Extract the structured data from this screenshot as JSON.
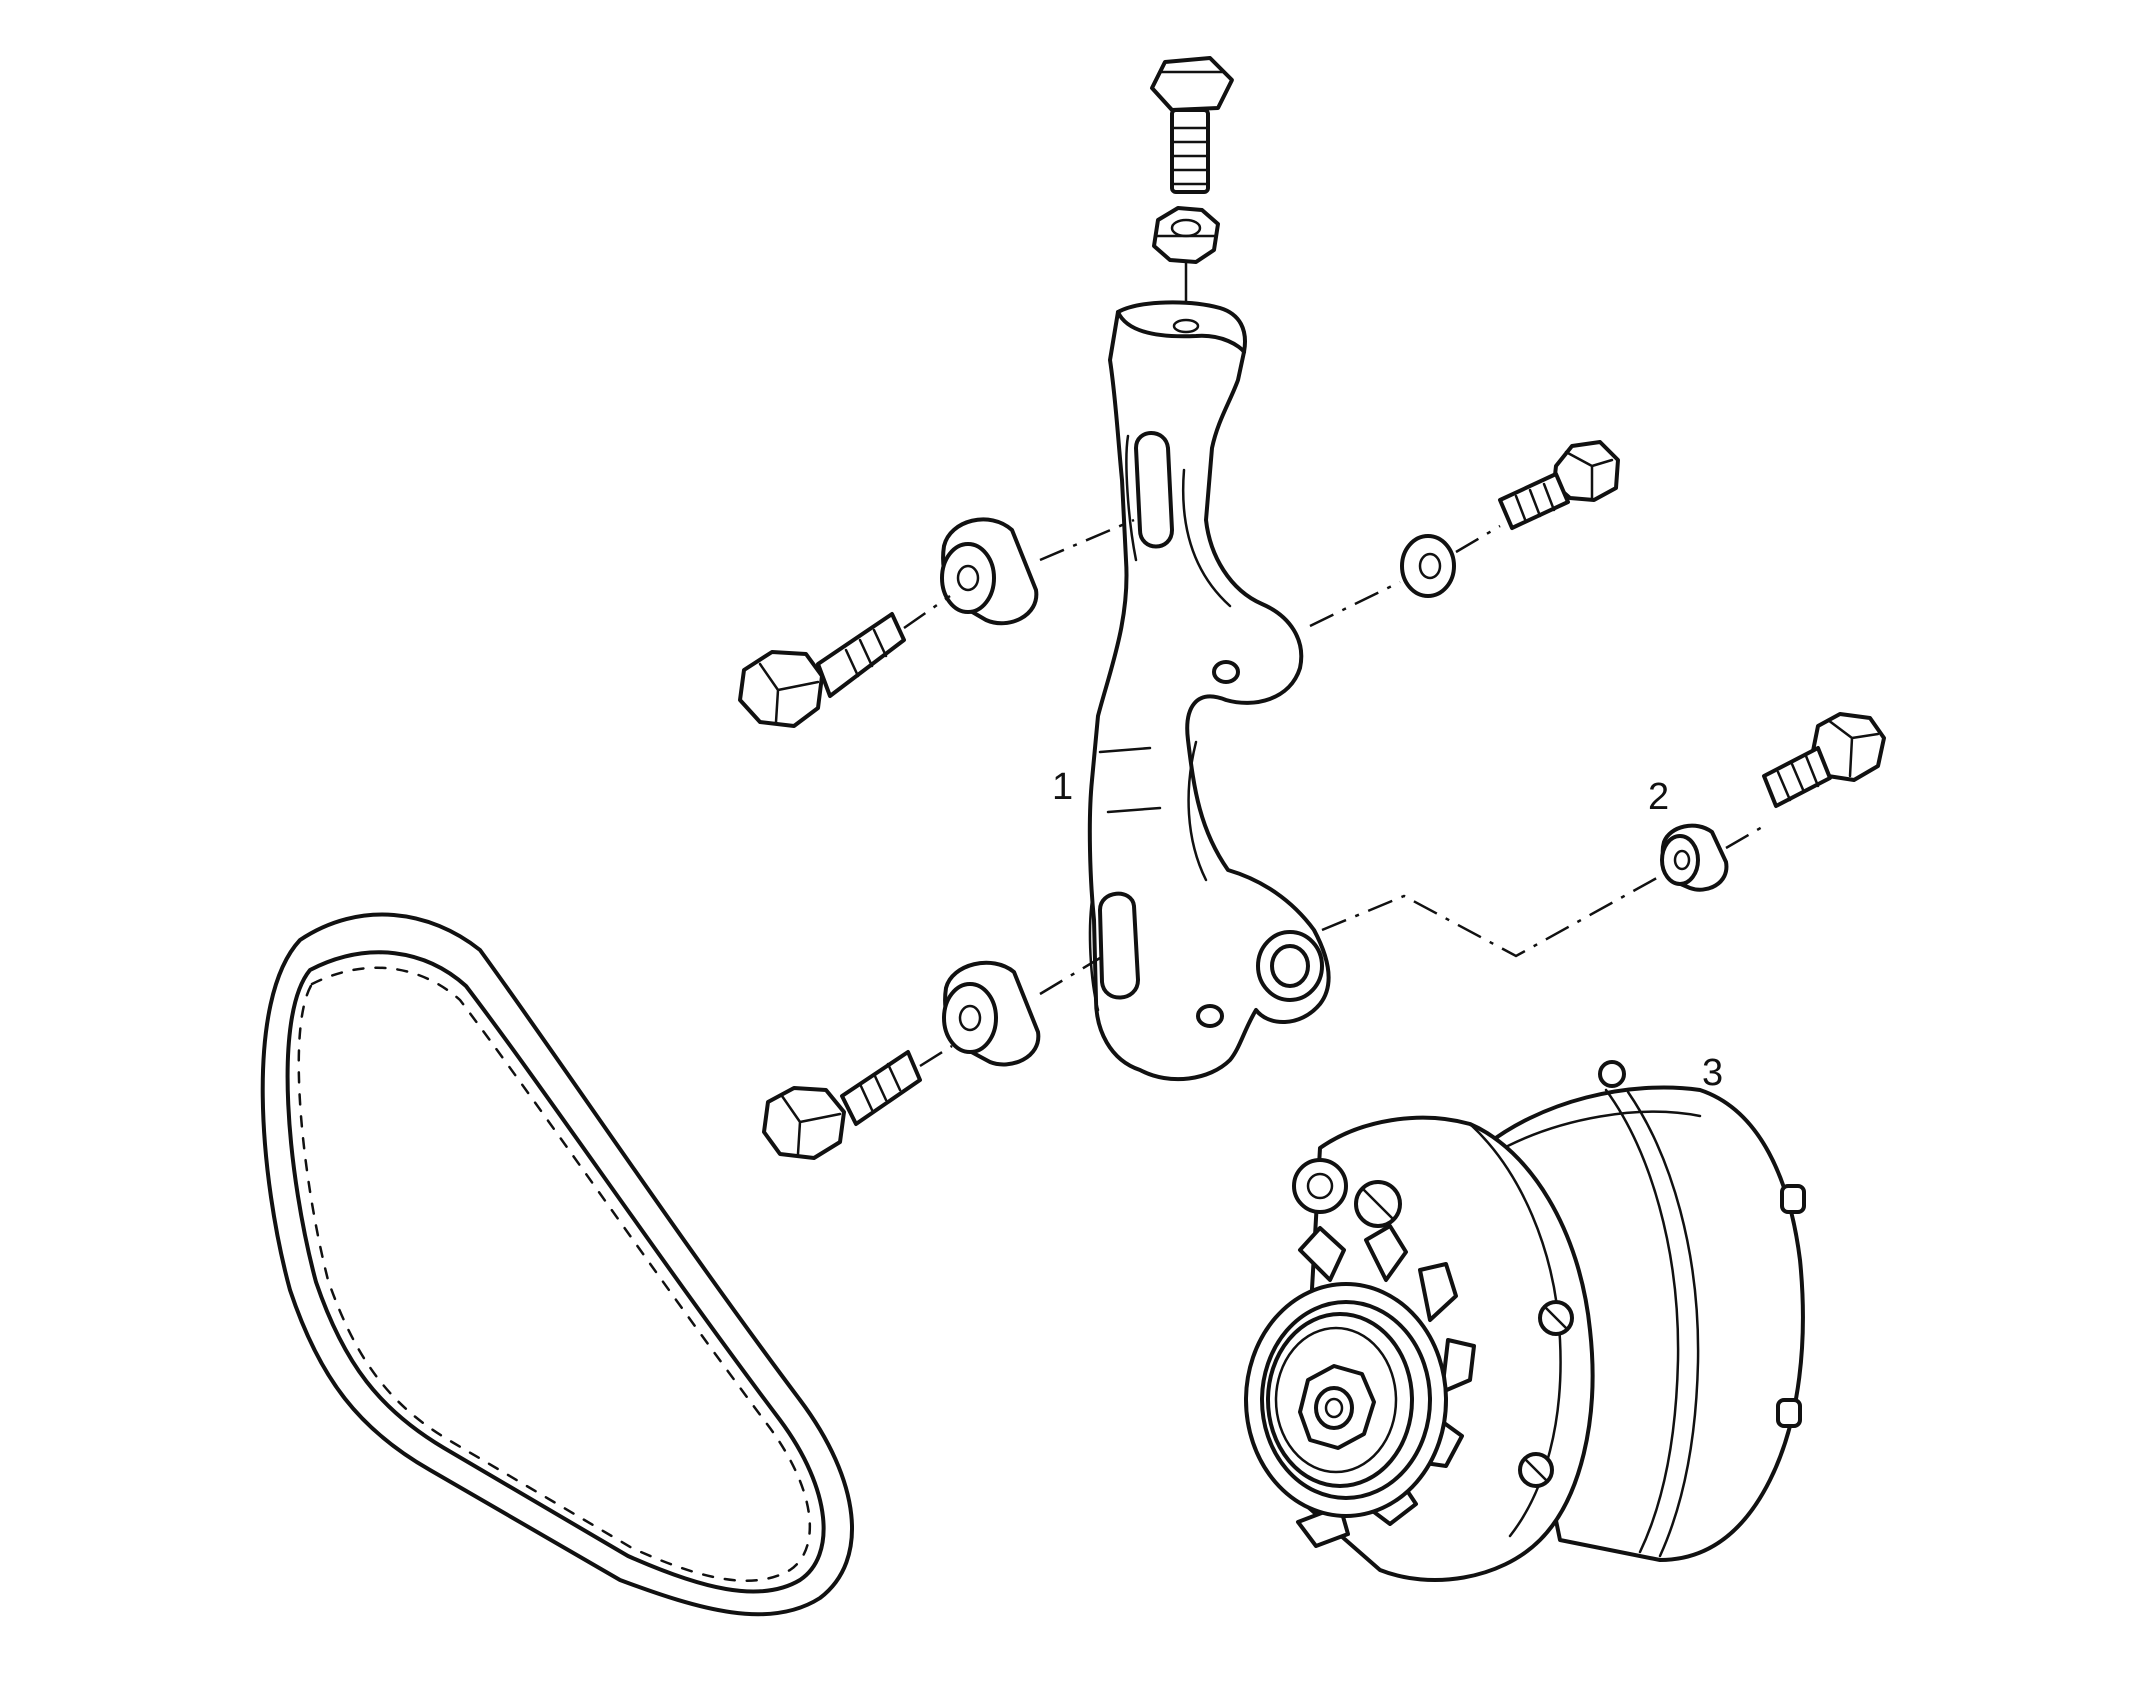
{
  "callouts": [
    {
      "id": "bracket",
      "text": "1"
    },
    {
      "id": "spacer",
      "text": "2"
    },
    {
      "id": "alternator",
      "text": "3"
    }
  ],
  "colors": {
    "line": "#111111",
    "background": "#ffffff"
  }
}
